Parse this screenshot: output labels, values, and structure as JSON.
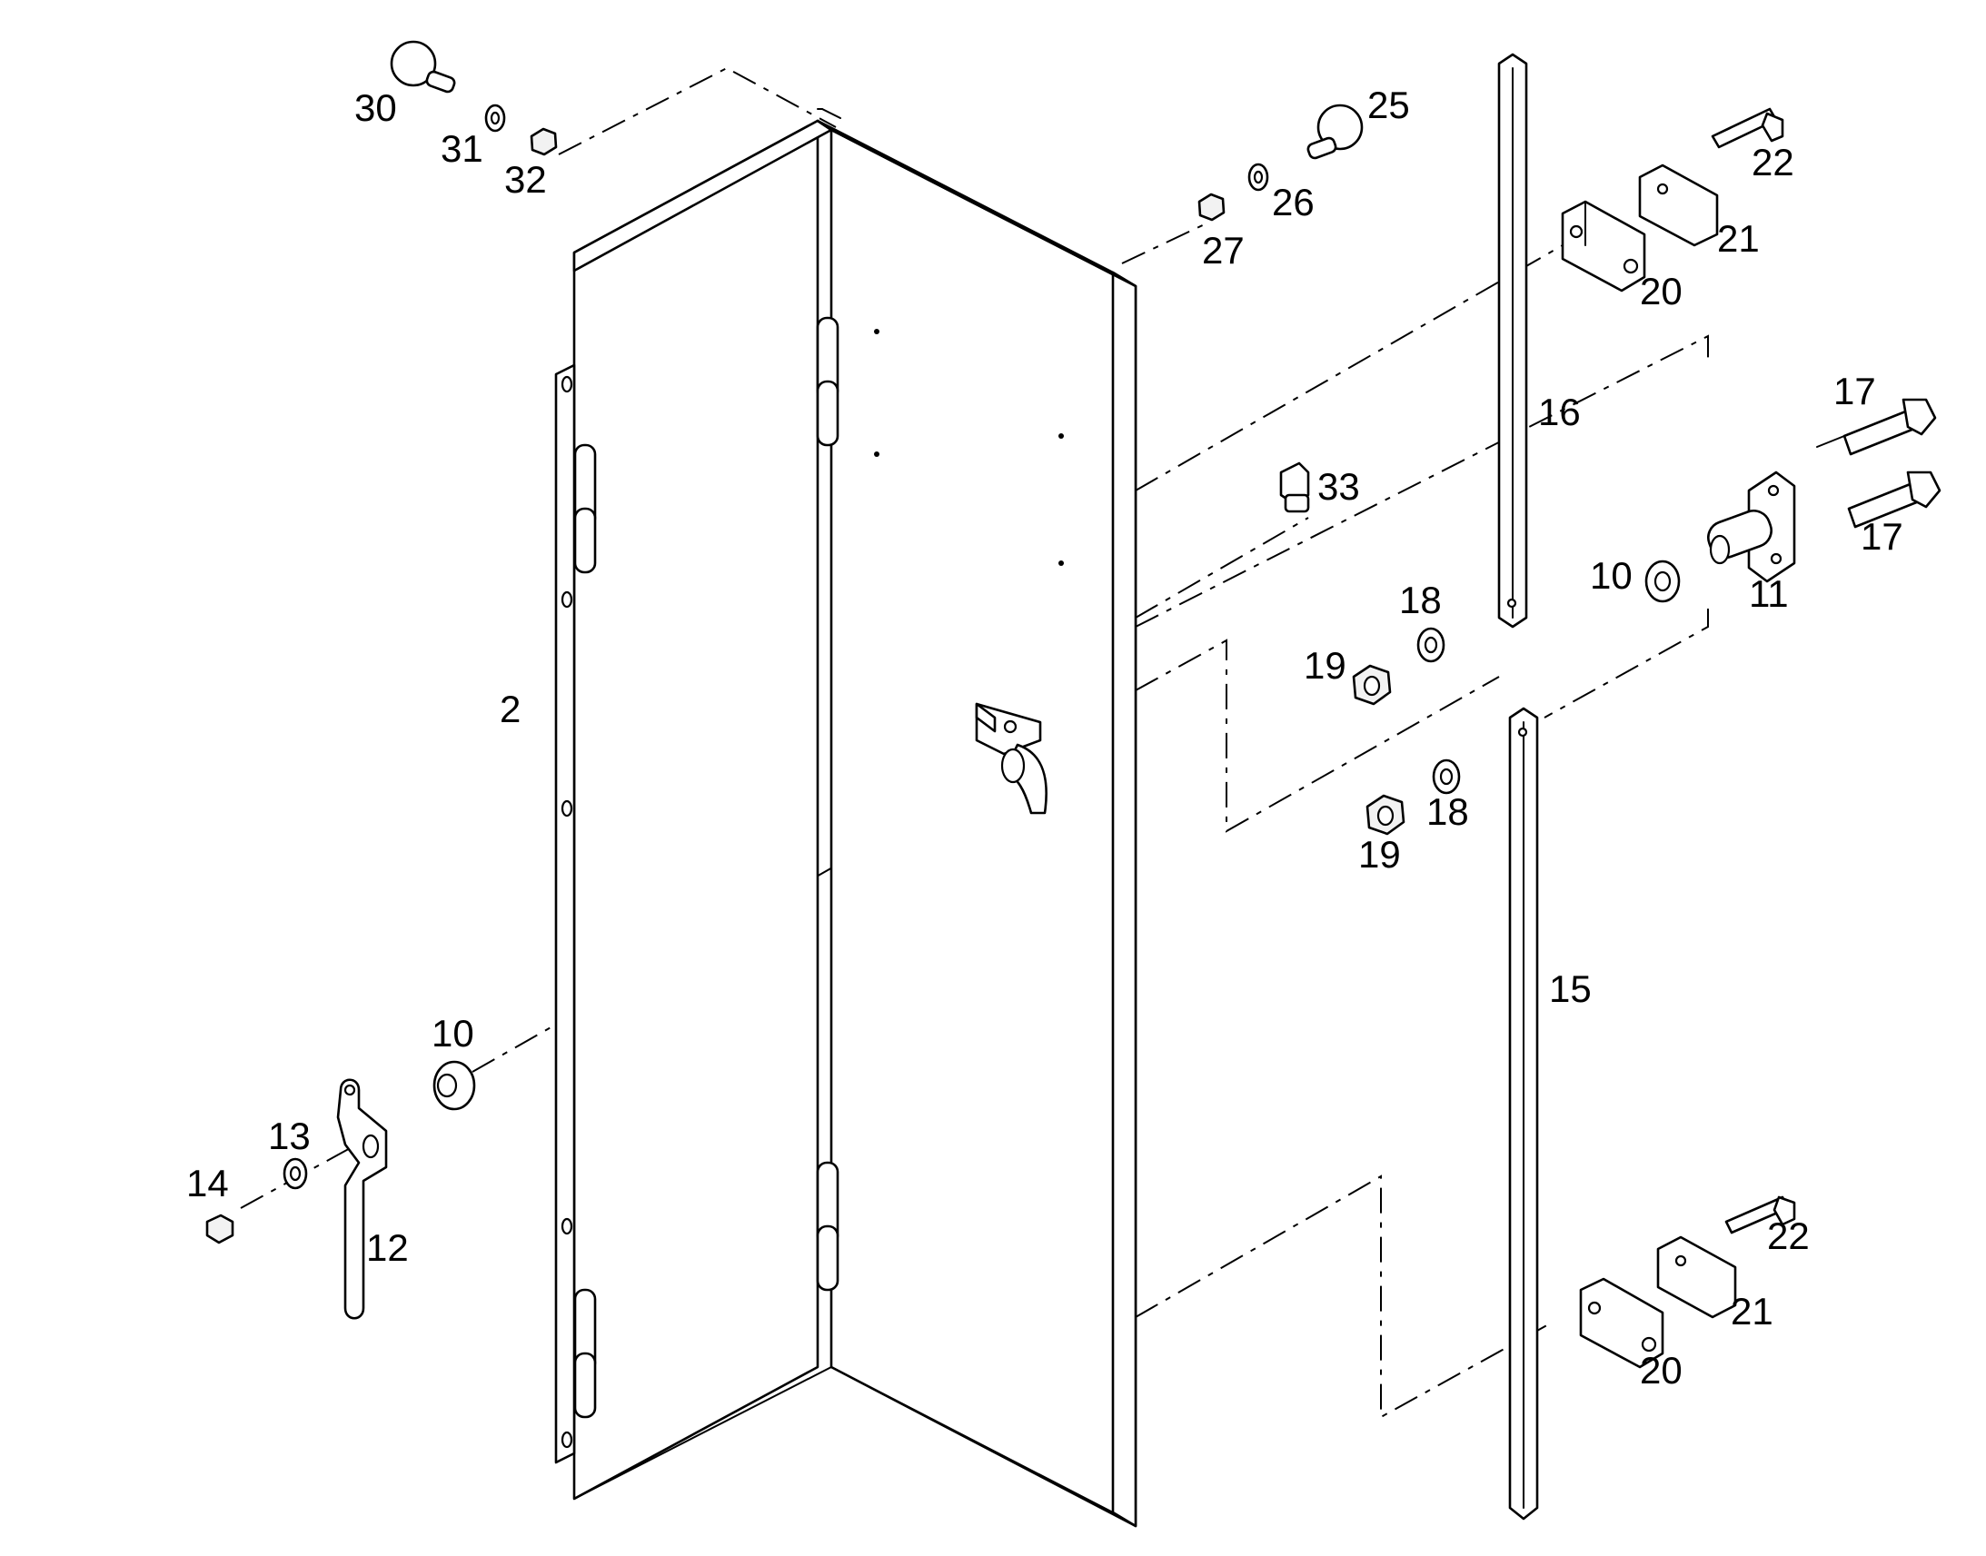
{
  "diagram": {
    "callouts": [
      {
        "id": "c2",
        "text": "2"
      },
      {
        "id": "c10a",
        "text": "10"
      },
      {
        "id": "c10b",
        "text": "10"
      },
      {
        "id": "c11",
        "text": "11"
      },
      {
        "id": "c12",
        "text": "12"
      },
      {
        "id": "c13",
        "text": "13"
      },
      {
        "id": "c14",
        "text": "14"
      },
      {
        "id": "c15",
        "text": "15"
      },
      {
        "id": "c16",
        "text": "16"
      },
      {
        "id": "c17a",
        "text": "17"
      },
      {
        "id": "c17b",
        "text": "17"
      },
      {
        "id": "c18a",
        "text": "18"
      },
      {
        "id": "c18b",
        "text": "18"
      },
      {
        "id": "c19a",
        "text": "19"
      },
      {
        "id": "c19b",
        "text": "19"
      },
      {
        "id": "c20a",
        "text": "20"
      },
      {
        "id": "c20b",
        "text": "20"
      },
      {
        "id": "c21a",
        "text": "21"
      },
      {
        "id": "c21b",
        "text": "21"
      },
      {
        "id": "c22a",
        "text": "22"
      },
      {
        "id": "c22b",
        "text": "22"
      },
      {
        "id": "c25",
        "text": "25"
      },
      {
        "id": "c26",
        "text": "26"
      },
      {
        "id": "c27",
        "text": "27"
      },
      {
        "id": "c30",
        "text": "30"
      },
      {
        "id": "c31",
        "text": "31"
      },
      {
        "id": "c32",
        "text": "32"
      },
      {
        "id": "c33",
        "text": "33"
      }
    ]
  }
}
